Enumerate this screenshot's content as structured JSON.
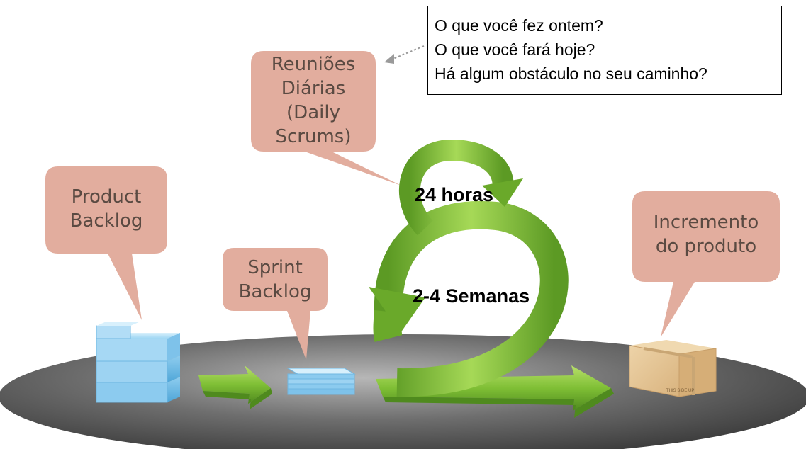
{
  "questions": {
    "lines": [
      "O que você fez ontem?",
      "O que você fará hoje?",
      "Há algum obstáculo no seu caminho?"
    ]
  },
  "callouts": {
    "daily_scrums": {
      "lines": [
        "Reuniões",
        "Diárias",
        "(Daily",
        "Scrums)"
      ]
    },
    "product_backlog": {
      "lines": [
        "Product",
        "Backlog"
      ]
    },
    "sprint_backlog": {
      "lines": [
        "Sprint",
        "Backlog"
      ]
    },
    "increment": {
      "lines": [
        "Incremento",
        "do produto"
      ]
    }
  },
  "cycle": {
    "daily_label": "24 horas",
    "sprint_label": "2-4 Semanas"
  },
  "box": {
    "label": "THIS SIDE UP"
  },
  "colors": {
    "callout_fill": "#e2ad9e",
    "callout_text": "#5a4a42",
    "arrow_green": "#8cc63f",
    "arrow_green_dark": "#4f8a1e",
    "stack_blue": "#8ccbef",
    "platform_dark": "#4a4a4a",
    "box_tan": "#e3c191"
  }
}
